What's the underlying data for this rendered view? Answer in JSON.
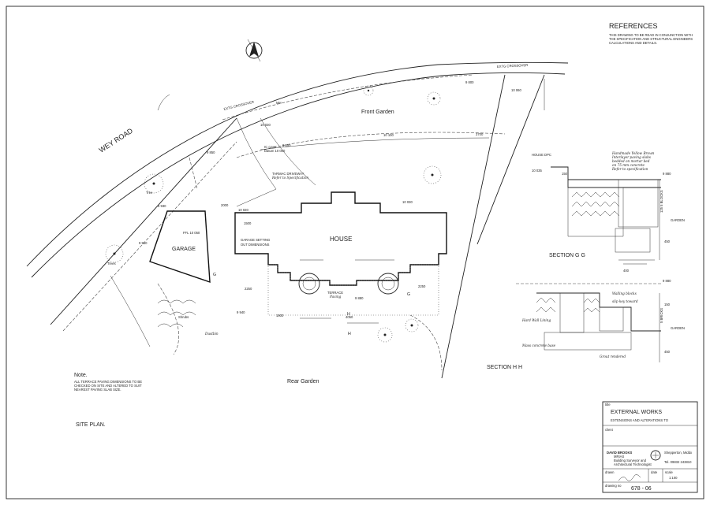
{
  "references": {
    "heading": "REFERENCES",
    "lines": [
      "THIS DRAWING TO BE READ IN CONJUNCTION WITH",
      "THE SPECIFICATION AND STRUCTURAL ENGINEERS",
      "CALCULATIONS AND DETAILS."
    ]
  },
  "note": {
    "heading": "Note.",
    "lines": [
      "ALL TERRACE PAVING DIMENSIONS TO BE",
      "CHECKED ON SITE AND ALTERED TO SUIT",
      "NEAREST PAVING SLAB SIZE."
    ]
  },
  "site_plan_label": "SITE  PLAN.",
  "plan_labels": {
    "road": "WEY  ROAD",
    "front_garden": "Front Garden",
    "rear_garden": "Rear Garden",
    "house": "HOUSE",
    "garage": "GARAGE",
    "terrace": "TERRACE",
    "terrace_sub": "Paving",
    "exts_crossover": "EXTG CROSSOVER",
    "garage_setting": [
      "GARAGE SETTING",
      "OUT DIMENSIONS"
    ],
    "tarmac": [
      "TARMAC DRIVEWAY",
      "Refer to Specification"
    ],
    "ffl": "FFL 10 050",
    "co_cover": [
      "IC cover",
      "Datum 10 000"
    ],
    "tree": "Tree",
    "trees": "Trees",
    "shrubs": "Shrubs",
    "dustbin": "Dustbin",
    "mh": "MH",
    "levels": [
      "10 020",
      "10 030",
      "10 060",
      "9 880",
      "9 850",
      "9 800",
      "9 930",
      "9 910",
      "9 850",
      "9 940",
      "10 030",
      "10 100"
    ],
    "dims": [
      "1500",
      "2000",
      "2250",
      "3700",
      "4050",
      "1900",
      "2250"
    ],
    "section_marks": [
      "G",
      "G",
      "H",
      "H"
    ]
  },
  "section_gg": {
    "title": "SECTION  G G",
    "house_dpc": "HOUSE DPC",
    "level": "10 035",
    "level2": "9 880",
    "courses": "125  5 BLOCKS",
    "garden": "GARDEN",
    "dims": [
      "150",
      "450",
      "400"
    ],
    "notes": [
      "Handmade Yellow Brown",
      "Interlayer paving slabs",
      "bedded on mortar bed",
      "on 75 mm concrete",
      "Refer to specification"
    ]
  },
  "section_hh": {
    "title": "SECTION  H H",
    "level": "9 880",
    "courses": "5 BRICKS",
    "garden": "GARDEN",
    "dims": [
      "150",
      "450"
    ],
    "notes": [
      "Walling blocks",
      "slip key toward",
      "Hard Wall Lining",
      "Mass concrete base",
      "Grout rendered"
    ]
  },
  "title_block": {
    "title_label": "title",
    "title": "EXTERNAL WORKS",
    "subtitle": "EXTENSIONS AND ALTERATIONS TO",
    "client_label": "client",
    "firm": "DAVID BROOKS",
    "firm_sub": "MRIAS",
    "firm_line1": "Building Surveyor and",
    "firm_line2": "Architectural Technologist",
    "location": "Shepperton, Middx",
    "phone": "Tel. 09832 243810",
    "drawn_label": "drawn",
    "date_label": "date",
    "scale_label": "scale",
    "scale": "1:100",
    "drawing_no_label": "drawing no",
    "drawing_no": "678 - 06"
  }
}
